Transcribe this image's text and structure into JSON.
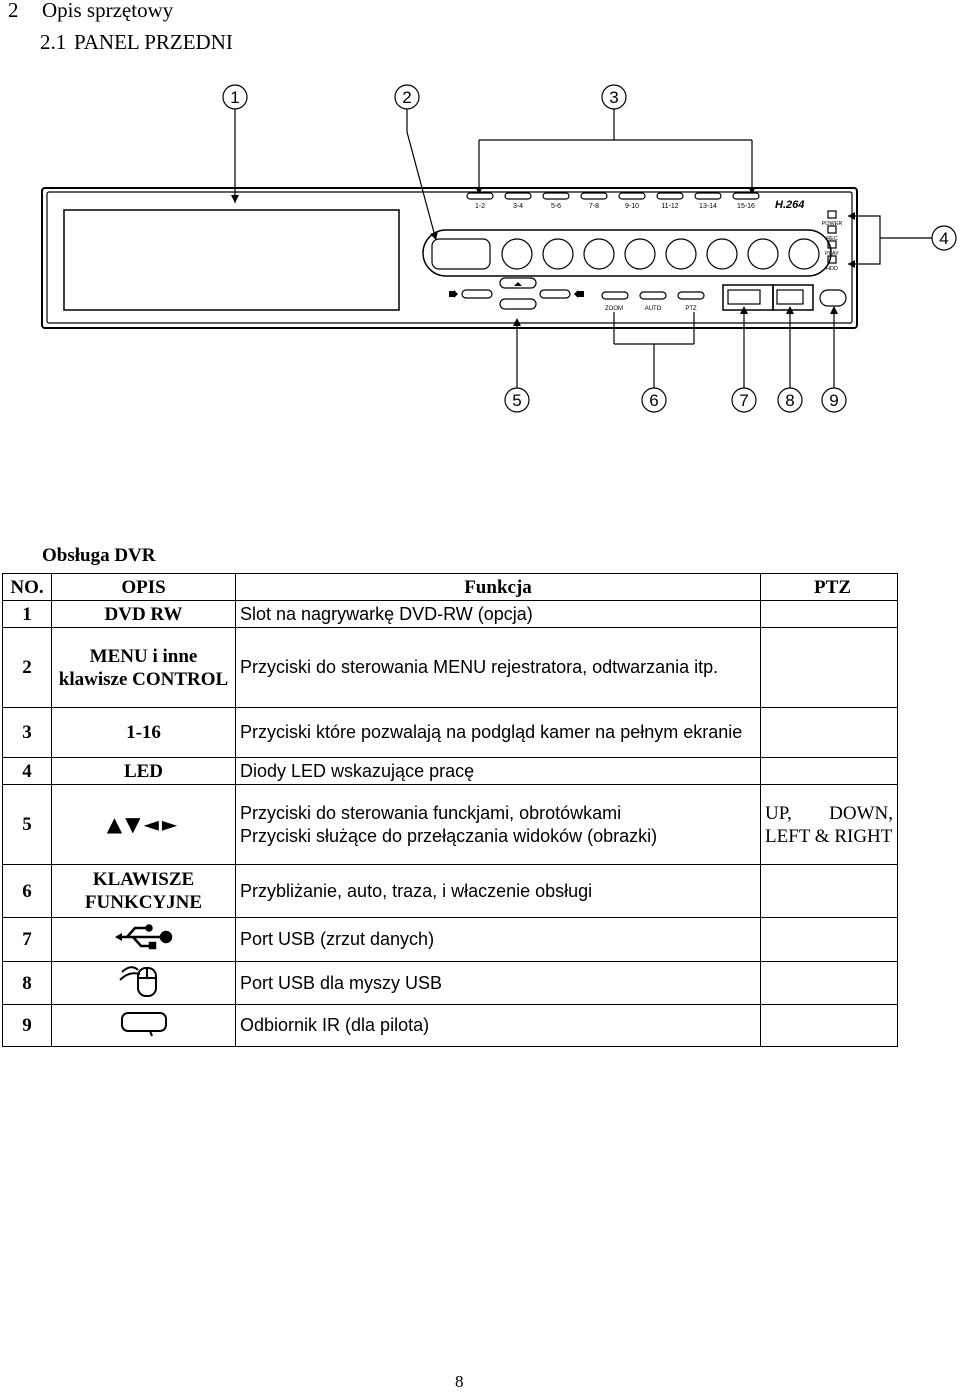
{
  "heading": {
    "number": "2",
    "title": "Opis sprzętowy"
  },
  "subheading": {
    "number": "2.1",
    "title": "PANEL PRZEDNI"
  },
  "diagram": {
    "callouts": [
      "1",
      "2",
      "3",
      "4",
      "5",
      "6",
      "7",
      "8",
      "9"
    ],
    "channel_buttons": [
      "1-2",
      "3-4",
      "5-6",
      "7-8",
      "9-10",
      "11-12",
      "13-14",
      "15-16"
    ],
    "logo": "H.264",
    "leds": [
      "POWER",
      "REC",
      "PLAY",
      "HDD"
    ],
    "function_keys": [
      "ZOOM",
      "AUTO",
      "PTZ"
    ]
  },
  "table_caption": "Obsługa DVR",
  "table": {
    "headers": {
      "no": "NO.",
      "opis": "OPIS",
      "funkcja": "Funkcja",
      "ptz": "PTZ"
    },
    "rows": [
      {
        "no": "1",
        "opis": "DVD RW",
        "funkcja": "Slot na nagrywarkę DVD-RW (opcja)",
        "ptz": ""
      },
      {
        "no": "2",
        "opis": "MENU i inne klawisze CONTROL",
        "funkcja": "Przyciski do sterowania MENU rejestratora, odtwarzania itp.",
        "ptz": ""
      },
      {
        "no": "3",
        "opis": "1-16",
        "funkcja": "Przyciski które pozwalają na podgląd kamer na pełnym ekranie",
        "ptz": ""
      },
      {
        "no": "4",
        "opis": "LED",
        "funkcja": "Diody LED wskazujące pracę",
        "ptz": ""
      },
      {
        "no": "5",
        "opis": "▲▼◄►",
        "funkcja": "Przyciski do sterowania funckjami, obrotówkami",
        "funkcja2": "Przyciski służące do przełączania widoków (obrazki)",
        "ptz": "UP, DOWN, LEFT & RIGHT"
      },
      {
        "no": "6",
        "opis": "KLAWISZE FUNKCYJNE",
        "funkcja": "Przybliżanie, auto, traza, i właczenie obsługi",
        "ptz": ""
      },
      {
        "no": "7",
        "opis_icon": "usb-icon",
        "funkcja": "Port USB (zrzut danych)",
        "ptz": ""
      },
      {
        "no": "8",
        "opis_icon": "mouse-icon",
        "funkcja": "Port USB dla myszy USB",
        "ptz": ""
      },
      {
        "no": "9",
        "opis_icon": "ir-receiver-icon",
        "funkcja": "Odbiornik IR (dla pilota)",
        "ptz": ""
      }
    ]
  },
  "page_number": "8"
}
